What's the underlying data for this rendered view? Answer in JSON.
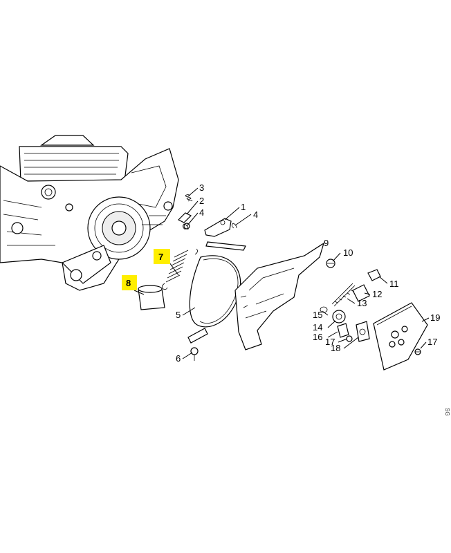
{
  "colors": {
    "highlight": "#ffee00",
    "line": "#000000",
    "background": "#ffffff"
  },
  "callouts": [
    {
      "id": "c3",
      "text": "3",
      "highlighted": false
    },
    {
      "id": "c2",
      "text": "2",
      "highlighted": false
    },
    {
      "id": "c4a",
      "text": "4",
      "highlighted": false
    },
    {
      "id": "c1",
      "text": "1",
      "highlighted": false
    },
    {
      "id": "c4b",
      "text": "4",
      "highlighted": false
    },
    {
      "id": "c9",
      "text": "9",
      "highlighted": false
    },
    {
      "id": "c10",
      "text": "10",
      "highlighted": false
    },
    {
      "id": "c7",
      "text": "7",
      "highlighted": true
    },
    {
      "id": "c8",
      "text": "8",
      "highlighted": true
    },
    {
      "id": "c11",
      "text": "11",
      "highlighted": false
    },
    {
      "id": "c12",
      "text": "12",
      "highlighted": false
    },
    {
      "id": "c13",
      "text": "13",
      "highlighted": false
    },
    {
      "id": "c5",
      "text": "5",
      "highlighted": false
    },
    {
      "id": "c15",
      "text": "15",
      "highlighted": false
    },
    {
      "id": "c14",
      "text": "14",
      "highlighted": false
    },
    {
      "id": "c16",
      "text": "16",
      "highlighted": false
    },
    {
      "id": "c17a",
      "text": "17",
      "highlighted": false
    },
    {
      "id": "c18",
      "text": "18",
      "highlighted": false
    },
    {
      "id": "c19",
      "text": "19",
      "highlighted": false
    },
    {
      "id": "c17b",
      "text": "17",
      "highlighted": false
    },
    {
      "id": "c6",
      "text": "6",
      "highlighted": false
    }
  ],
  "drawing_code": "SG"
}
